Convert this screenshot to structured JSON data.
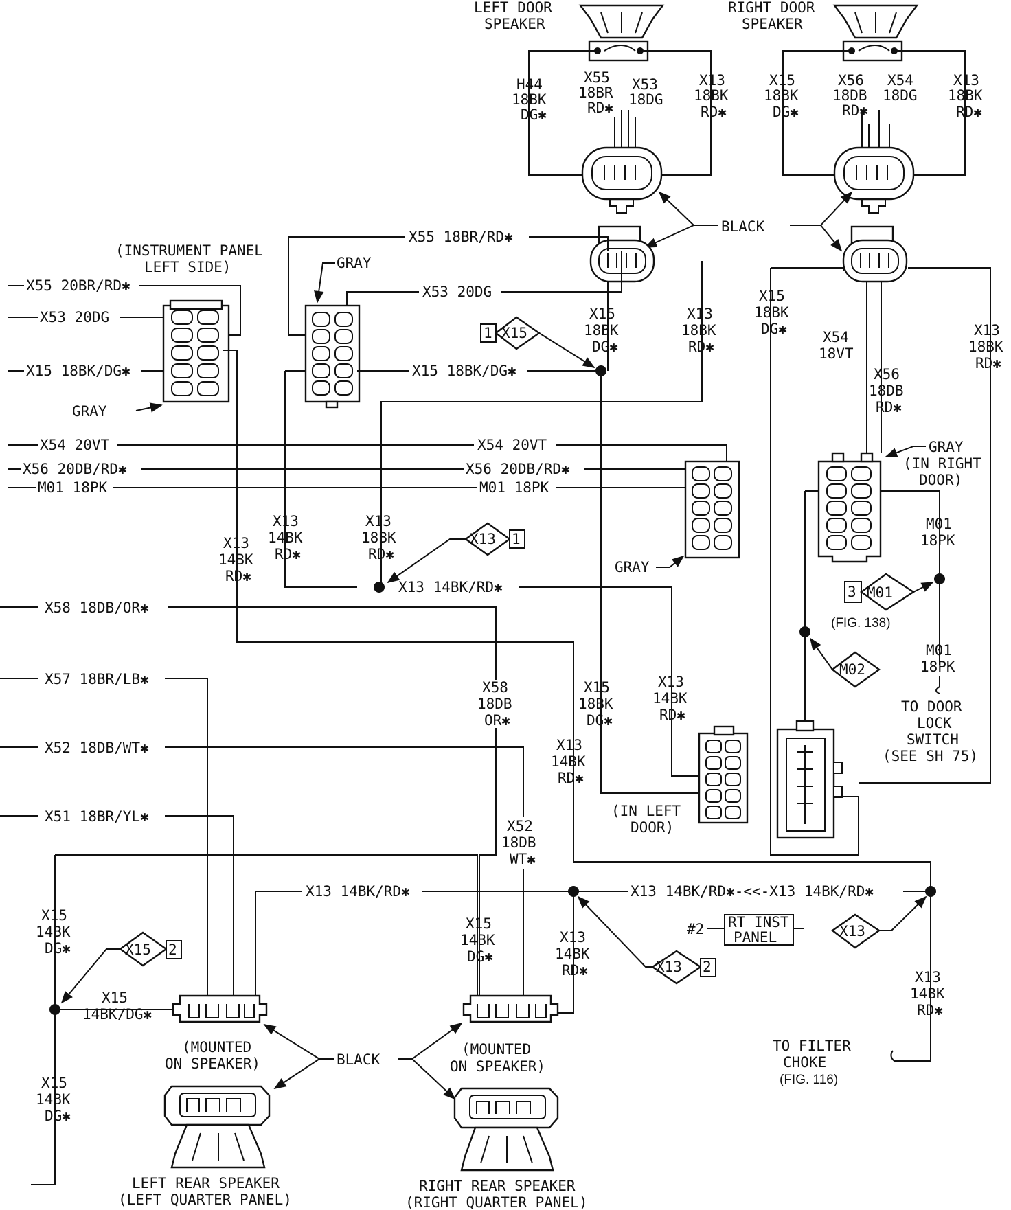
{
  "labels": {
    "left_door_speaker": [
      "LEFT DOOR",
      "SPEAKER"
    ],
    "right_door_speaker": [
      "RIGHT DOOR",
      "SPEAKER"
    ],
    "h44": [
      "H44",
      "18BK",
      "DG✱"
    ],
    "x55_top": [
      "X55",
      "18BR",
      "RD✱"
    ],
    "x53_top": [
      "X53",
      "18DG"
    ],
    "x13_ld": [
      "X13",
      "18BK",
      "RD✱"
    ],
    "x15_rd": [
      "X15",
      "18BK",
      "DG✱"
    ],
    "x56_top": [
      "X56",
      "18DB",
      "RD✱"
    ],
    "x54_top": [
      "X54",
      "18DG"
    ],
    "x13_rd": [
      "X13",
      "18BK",
      "RD✱"
    ],
    "black": "BLACK",
    "x55_18br": "X55 18BR/RD✱",
    "instrument_panel": [
      "(INSTRUMENT PANEL",
      "LEFT SIDE)"
    ],
    "left_stubs": [
      "X55 20BR/RD✱",
      "X53 20DG",
      "X15 18BK/DG✱"
    ],
    "gray": "GRAY",
    "x53_20dg": "X53 20DG",
    "x15_18bk": "X15 18BK/DG✱",
    "x15_ldc": [
      "X15",
      "18BK",
      "DG✱"
    ],
    "x13_ldc": [
      "X13",
      "18BK",
      "RD✱"
    ],
    "x54_20vt": "X54 20VT",
    "x56_20db": "X56 20DB/RD✱",
    "m01_18pk": "M01 18PK",
    "x13_14bk": [
      "X13",
      "14BK",
      "RD✱"
    ],
    "x13_18bk": [
      "X13",
      "18BK",
      "RD✱"
    ],
    "x13_14bk_rd": "X13 14BK/RD✱",
    "x58": "X58 18DB/OR✱",
    "x58_v": [
      "X58",
      "18DB",
      "OR✱"
    ],
    "in_left_door": [
      "(IN LEFT",
      "DOOR)"
    ],
    "x57": "X57 18BR/LB✱",
    "x52": "X52 18DB/WT✱",
    "x52_v": [
      "X52",
      "18DB",
      "WT✱"
    ],
    "x51": "X51 18BR/YL✱",
    "x54_rs": [
      "X54",
      "18VT"
    ],
    "in_right_door": [
      "(IN RIGHT",
      "DOOR)"
    ],
    "m01_v": [
      "M01",
      "18PK"
    ],
    "fig_138": "(FIG. 138)",
    "to_door_lock": [
      "TO DOOR",
      "LOCK",
      "SWITCH",
      "(SEE SH 75)"
    ],
    "x13_bus_join": "X13 14BK/RD✱-<<-X13 14BK/RD✱",
    "rt_inst_panel_num": "#2",
    "rt_inst_panel": [
      "RT INST",
      "PANEL"
    ],
    "to_filter_choke": [
      "TO FILTER",
      "CHOKE"
    ],
    "fig_116": "(FIG. 116)",
    "x15_14bk": [
      "X15",
      "14BK",
      "DG✱"
    ],
    "x15_14bkdg": [
      "X15",
      "14BK/DG✱"
    ],
    "mounted": [
      "(MOUNTED",
      "ON SPEAKER)"
    ],
    "left_rear": [
      "LEFT REAR SPEAKER",
      "(LEFT QUARTER PANEL)"
    ],
    "right_rear": [
      "RIGHT REAR SPEAKER",
      "(RIGHT QUARTER PANEL)"
    ]
  },
  "refs": {
    "x15_1": {
      "num": "1",
      "label": "X15"
    },
    "x13_1": {
      "num": "1",
      "label": "X13"
    },
    "m01_3": {
      "num": "3",
      "label": "M01"
    },
    "m02": {
      "label": "M02"
    },
    "x13_2": {
      "num": "2",
      "label": "X13"
    },
    "x13_r": {
      "label": "X13"
    },
    "x15_2": {
      "num": "2",
      "label": "X15"
    }
  }
}
